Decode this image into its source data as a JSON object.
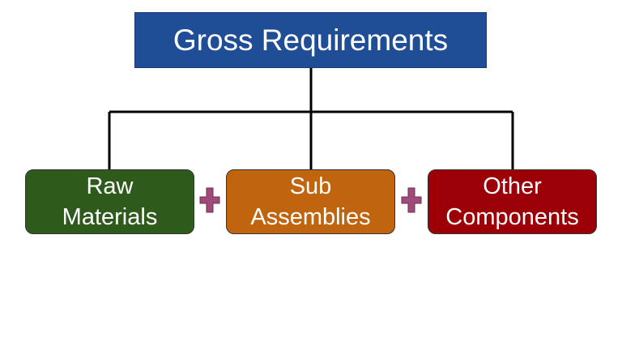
{
  "diagram": {
    "title": "Gross Requirements",
    "children": [
      {
        "line1": "Raw",
        "line2": "Materials",
        "color": "#2e5a1c"
      },
      {
        "line1": "Sub",
        "line2": "Assemblies",
        "color": "#c0640e"
      },
      {
        "line1": "Other",
        "line2": "Components",
        "color": "#9c0006"
      }
    ],
    "operator_icon": "plus-icon",
    "colors": {
      "title_box": "#1f4e96",
      "operator": "#a04a7a",
      "connector": "#000000"
    }
  }
}
